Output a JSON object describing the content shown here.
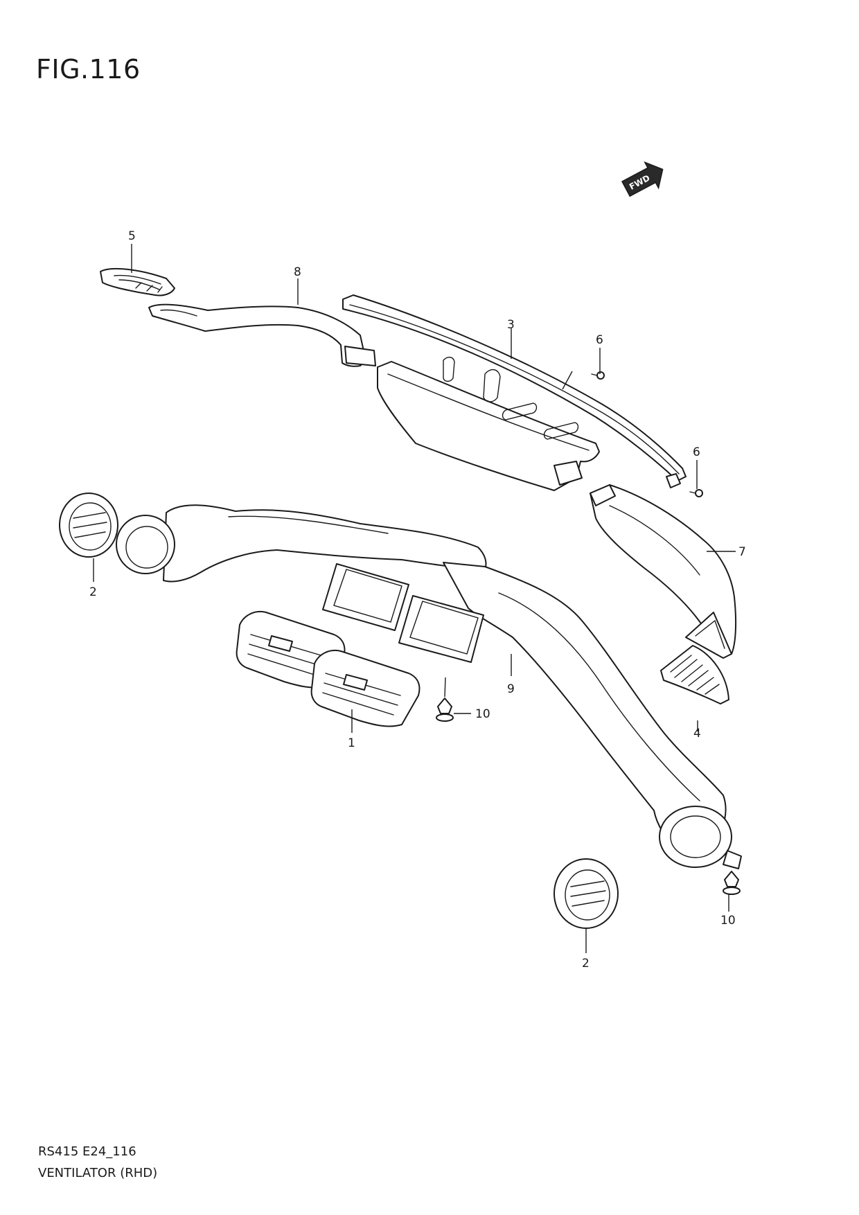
{
  "figure": {
    "title": "FIG.116",
    "code": "RS415 E24_116",
    "name": "VENTILATOR (RHD)"
  },
  "fwd_badge": {
    "text": "FWD",
    "icon": "fwd-arrow-icon"
  },
  "callouts": {
    "c1": "1",
    "c2a": "2",
    "c2b": "2",
    "c3": "3",
    "c4": "4",
    "c5": "5",
    "c6a": "6",
    "c6b": "6",
    "c7": "7",
    "c8": "8",
    "c9": "9",
    "c10a": "10",
    "c10b": "10"
  }
}
